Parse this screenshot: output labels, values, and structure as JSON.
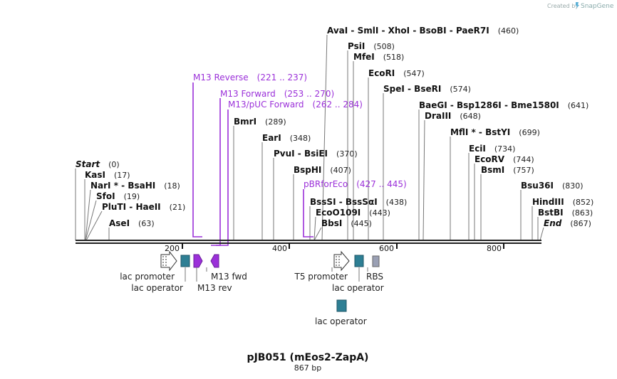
{
  "credit": {
    "created_by": "Created by",
    "brand": "SnapGene"
  },
  "plasmid": {
    "name": "pJB051 (mEos2-ZapA)",
    "length_label": "867 bp"
  },
  "axis": {
    "ticks": [
      "200",
      "400",
      "600",
      "800"
    ]
  },
  "sites": [
    {
      "name": "AvaI  -  SmlI  -  XhoI  -  BsoBI  -  PaeR7I",
      "pos": "(460)"
    },
    {
      "name": "PsiI",
      "pos": "(508)"
    },
    {
      "name": "MfeI",
      "pos": "(518)"
    },
    {
      "name": "EcoRI",
      "pos": "(547)"
    },
    {
      "name": "SpeI  -  BseRI",
      "pos": "(574)"
    },
    {
      "name": "BaeGI  -  Bsp1286I  -  Bme1580I",
      "pos": "(641)"
    },
    {
      "name": "DraIII",
      "pos": "(648)"
    },
    {
      "name": "MflI *  -  BstYI",
      "pos": "(699)"
    },
    {
      "name": "BmrI",
      "pos": "(289)"
    },
    {
      "name": "EarI",
      "pos": "(348)"
    },
    {
      "name": "PvuI  -  BsiEI",
      "pos": "(370)"
    },
    {
      "name": "BspHI",
      "pos": "(407)"
    },
    {
      "name": "EciI",
      "pos": "(734)"
    },
    {
      "name": "EcoRV",
      "pos": "(744)"
    },
    {
      "name": "BsmI",
      "pos": "(757)"
    },
    {
      "name": "Bsu36I",
      "pos": "(830)"
    },
    {
      "name": "HindIII",
      "pos": "(852)"
    },
    {
      "name": "BstBI",
      "pos": "(863)"
    },
    {
      "name": "End",
      "pos": "(867)"
    },
    {
      "name": "BssSI  -  BssSαI",
      "pos": "(438)"
    },
    {
      "name": "EcoO109I",
      "pos": "(443)"
    },
    {
      "name": "BbsI",
      "pos": "(445)"
    },
    {
      "name": "Start",
      "pos": "(0)"
    },
    {
      "name": "KasI",
      "pos": "(17)"
    },
    {
      "name": "NarI *  -  BsaHI",
      "pos": "(18)"
    },
    {
      "name": "SfoI",
      "pos": "(19)"
    },
    {
      "name": "PluTI  -  HaeII",
      "pos": "(21)"
    },
    {
      "name": "AseI",
      "pos": "(63)"
    }
  ],
  "primers": [
    {
      "name": "M13 Reverse",
      "range": "(221 .. 237)"
    },
    {
      "name": "M13 Forward",
      "range": "(253 .. 270)"
    },
    {
      "name": "M13/pUC Forward",
      "range": "(262 .. 284)"
    },
    {
      "name": "pBRforEco",
      "range": "(427 .. 445)"
    }
  ],
  "features": [
    {
      "label": "lac promoter"
    },
    {
      "label": "lac operator"
    },
    {
      "label": "M13 rev"
    },
    {
      "label": "M13 fwd"
    },
    {
      "label": "T5 promoter"
    },
    {
      "label": "lac operator"
    },
    {
      "label": "RBS"
    },
    {
      "label": "lac operator"
    }
  ],
  "colors": {
    "primer": "#9b30d9",
    "operator": "#2e7f94",
    "rbs": "#9aa0b4",
    "backbone": "#222222"
  }
}
